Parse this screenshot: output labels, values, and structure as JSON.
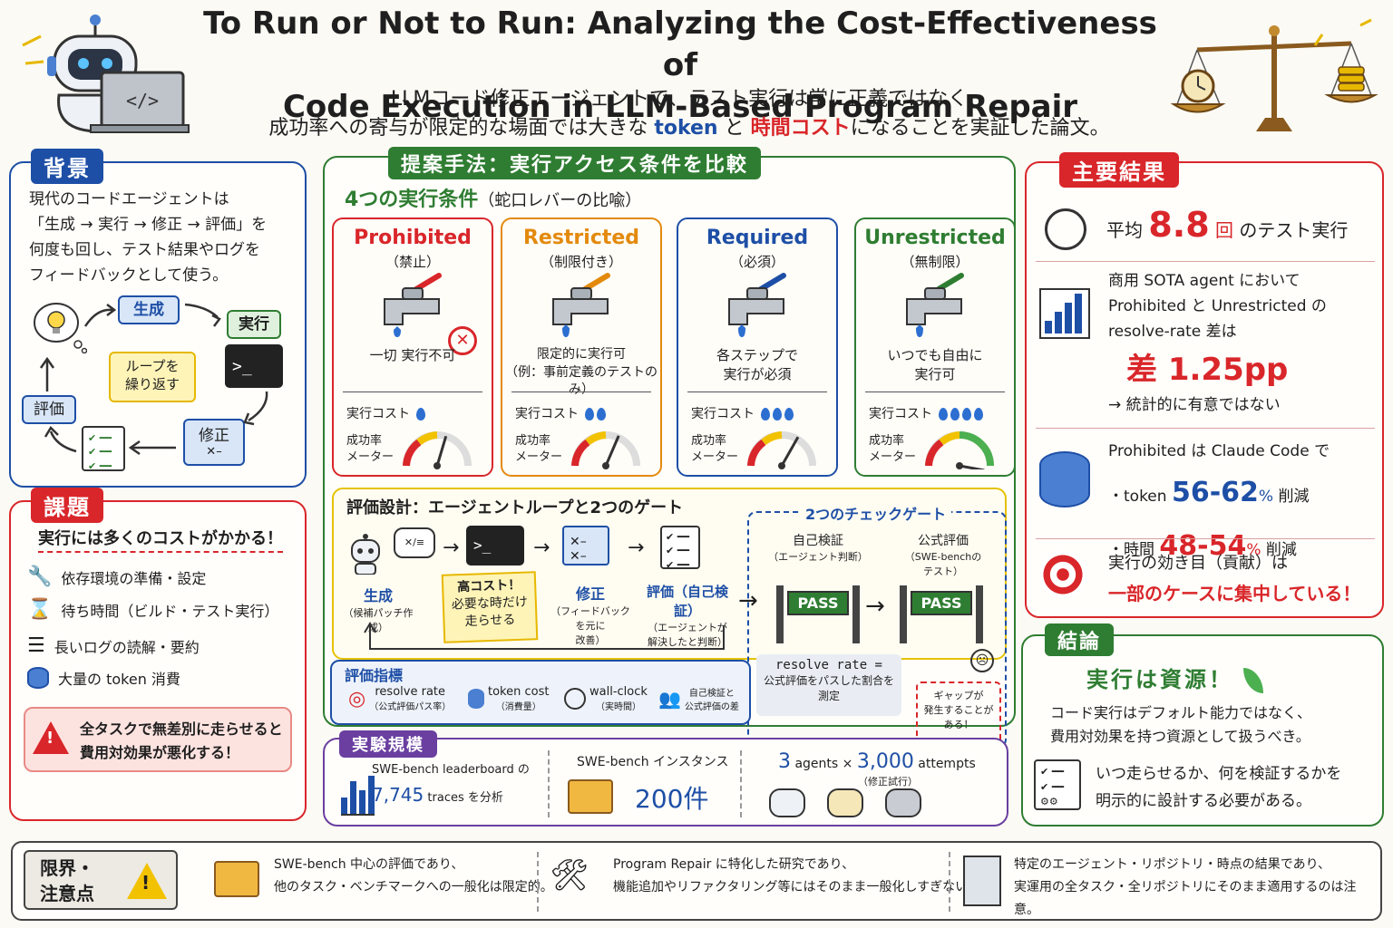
{
  "title": {
    "line1": "To Run or Not to Run: Analyzing the Cost-Effectiveness of",
    "line2": "Code Execution in LLM-Based Program Repair",
    "sub1": "LLMコード修正エージェントで、テスト実行は常に正義ではなく、",
    "sub2a": "成功率への寄与が限定的な場面では大きな ",
    "sub2b": "token",
    "sub2c": " と ",
    "sub2d": "時間コスト",
    "sub2e": "になることを実証した論文。"
  },
  "bg": {
    "tag": "背景",
    "l1": "現代のコードエージェントは",
    "l2": "「生成 → 実行 → 修正 → 評価」を",
    "l3": "何度も回し、テスト結果やログを",
    "l4": "フィードバックとして使う。",
    "gen": "生成",
    "run": "実行",
    "fix": "修正",
    "eval": "評価",
    "loop": "ループを\n繰り返す"
  },
  "issue": {
    "tag": "課題",
    "head": "実行には多くのコストがかかる！",
    "i1": "依存環境の準備・設定",
    "i2": "待ち時間（ビルド・テスト実行）",
    "i3": "長いログの読解・要約",
    "i4": "大量の token 消費",
    "warn1": "全タスクで無差別に走らせると",
    "warn2": "費用対効果が悪化する！"
  },
  "method": {
    "tag": "提案手法：実行アクセス条件を比較",
    "head": "4つの実行条件",
    "head2": "（蛇口レバーの比喩）",
    "cost_label": "実行コスト",
    "meter_label": "成功率\nメーター",
    "conds": [
      {
        "name": "Prohibited",
        "jp": "（禁止）",
        "desc": "一切 実行不可",
        "color": "#d9262a"
      },
      {
        "name": "Restricted",
        "jp": "（制限付き）",
        "desc": "限定的に実行可\n（例：事前定義のテストのみ）",
        "color": "#e38a0d"
      },
      {
        "name": "Required",
        "jp": "（必須）",
        "desc": "各ステップで\n実行が必須",
        "color": "#1e4fa6"
      },
      {
        "name": "Unrestricted",
        "jp": "（無制限）",
        "desc": "いつでも自由に\n実行可",
        "color": "#2f7d32"
      }
    ]
  },
  "design": {
    "head": "評価設計：エージェントループと2つのゲート",
    "gen": "生成",
    "gen_sub": "（候補パッチ作成）",
    "fix": "修正",
    "fix_sub": "（フィードバックを元に\n改善）",
    "eval": "評価（自己検証）",
    "eval_sub": "（エージェントが\n解決したと判断）",
    "note1": "高コスト！",
    "note2": "必要な時だけ\n走らせる",
    "gates": "2つのチェックゲート",
    "g1": "自己検証",
    "g1s": "（エージェント判断）",
    "g2": "公式評価",
    "g2s": "（SWE-benchの\nテスト）",
    "pass": "PASS",
    "rr1": "resolve rate =",
    "rr2": "公式評価をパスした割合を\n測定",
    "gap": "ギャップが\n発生することが\nある！"
  },
  "metrics": {
    "head": "評価指標",
    "m1": "resolve rate",
    "m1s": "（公式評価パス率）",
    "m2": "token cost",
    "m2s": "（消費量）",
    "m3": "wall-clock",
    "m3s": "（実時間）",
    "m4": "自己検証と\n公式評価の差"
  },
  "scale": {
    "tag": "実験規模",
    "a1": "SWE-bench leaderboard の",
    "a2": "7,745",
    "a3": "traces を分析",
    "b1": "SWE-bench インスタンス",
    "b2": "200件",
    "c1": "3",
    "c2": "agents ×",
    "c3": "3,000",
    "c4": "attempts",
    "c5": "（修正試行）"
  },
  "results": {
    "tag": "主要結果",
    "r1a": "平均",
    "r1b": "8.8",
    "r1c": "回",
    "r1d": "のテスト実行",
    "r2a": "商用 SOTA agent において",
    "r2b": "Prohibited と Unrestricted の",
    "r2c": "resolve-rate 差は",
    "r2d": "差 1.25pp",
    "r2e": "→ 統計的に有意ではない",
    "r3a": "Prohibited は Claude Code で",
    "r3b": "・token",
    "r3c": "56-62",
    "r3d": "%",
    "r3e": "削減",
    "r3f": "・時間",
    "r3g": "48-54",
    "r3h": "%",
    "r3i": "削減",
    "r4a": "実行の効き目（貢献）は",
    "r4b": "一部のケースに集中している！"
  },
  "concl": {
    "tag": "結論",
    "head": "実行は資源！",
    "l1": "コード実行はデフォルト能力ではなく、",
    "l2": "費用対効果を持つ資源として扱うべき。",
    "l3": "いつ走らせるか、何を検証するかを",
    "l4": "明示的に設計する必要がある。"
  },
  "limits": {
    "tag": "限界・\n注意点",
    "a1": "SWE-bench 中心の評価であり、",
    "a2": "他のタスク・ベンチマークへの一般化は限定的。",
    "b1": "Program Repair に特化した研究であり、",
    "b2": "機能追加やリファクタリング等にはそのまま一般化しすぎない。",
    "c1": "特定のエージェント・リポジトリ・時点の結果であり、",
    "c2": "実運用の全タスク・全リポジトリにそのまま適用するのは注意。"
  }
}
